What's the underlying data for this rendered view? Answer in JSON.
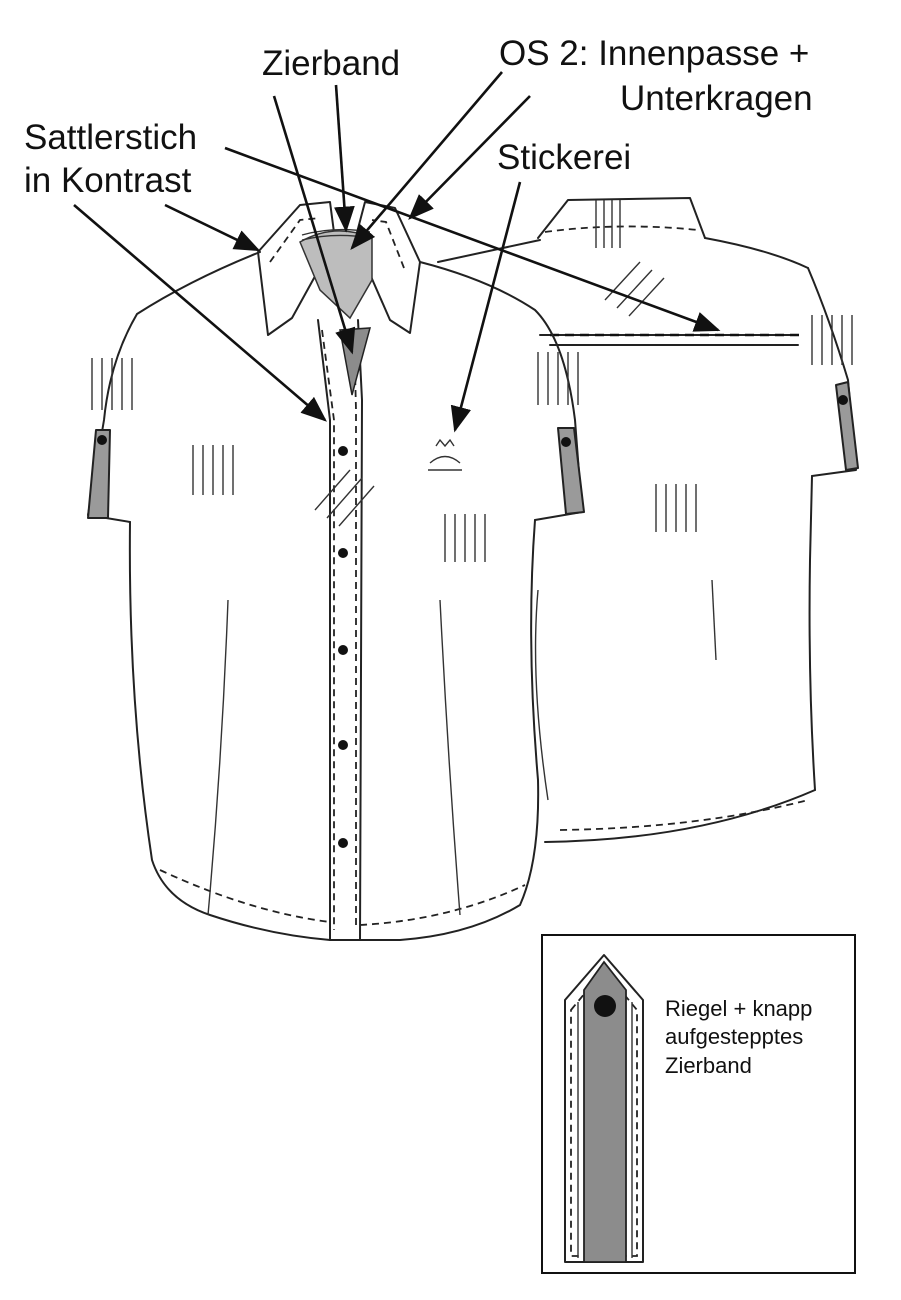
{
  "labels": {
    "zierband": "Zierband",
    "os2_line1": "OS 2: Innenpasse +",
    "os2_line2": "Unterkragen",
    "sattlerstich_line1": "Sattlerstich",
    "sattlerstich_line2": "in Kontrast",
    "stickerei": "Stickerei"
  },
  "detail": {
    "line1": "Riegel + knapp",
    "line2": "aufgestepptes",
    "line3": "Zierband"
  },
  "colors": {
    "stroke": "#222222",
    "contrast_gray": "#8c8c8c",
    "light_gray": "#cfcfcf"
  }
}
